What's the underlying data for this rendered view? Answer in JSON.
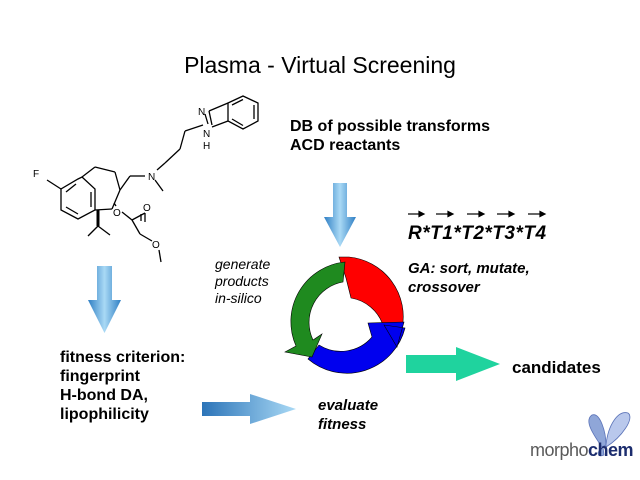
{
  "slide": {
    "title": "Plasma - Virtual Screening"
  },
  "molecule": {
    "atoms": {
      "fluorine": "F",
      "nitrogen_amine": "N",
      "nitrogen_ring": "N",
      "nh": "N",
      "h": "H",
      "oxygen_ester": "O",
      "oxygen_carbonyl": "O",
      "oxygen_methoxy": "O"
    }
  },
  "sources": {
    "line1": "DB of possible transforms",
    "line2": "ACD reactants"
  },
  "formula": {
    "terms": [
      "R",
      "*T1",
      "*T2",
      "*T3",
      "*T4"
    ]
  },
  "ga": {
    "line1": "GA: sort, mutate,",
    "line2": "crossover"
  },
  "generate": {
    "line1": "generate",
    "line2": "products",
    "line3": "in-silico"
  },
  "fitness": {
    "line1": "fitness criterion:",
    "line2": "fingerprint",
    "line3": "H-bond DA,",
    "line4": "lipophilicity"
  },
  "evaluate": {
    "line1": "evaluate",
    "line2": "fitness"
  },
  "output": {
    "label": "candidates"
  },
  "logo": {
    "part1": "morpho",
    "part2": "chem"
  },
  "colors": {
    "cycle_red": "#ff0000",
    "cycle_green": "#1f8a1f",
    "cycle_blue": "#0000ee",
    "arrow_blue_light": "#a9d9f5",
    "arrow_blue_dark": "#3c8fd1",
    "arrow_teal": "#1fd39e"
  }
}
